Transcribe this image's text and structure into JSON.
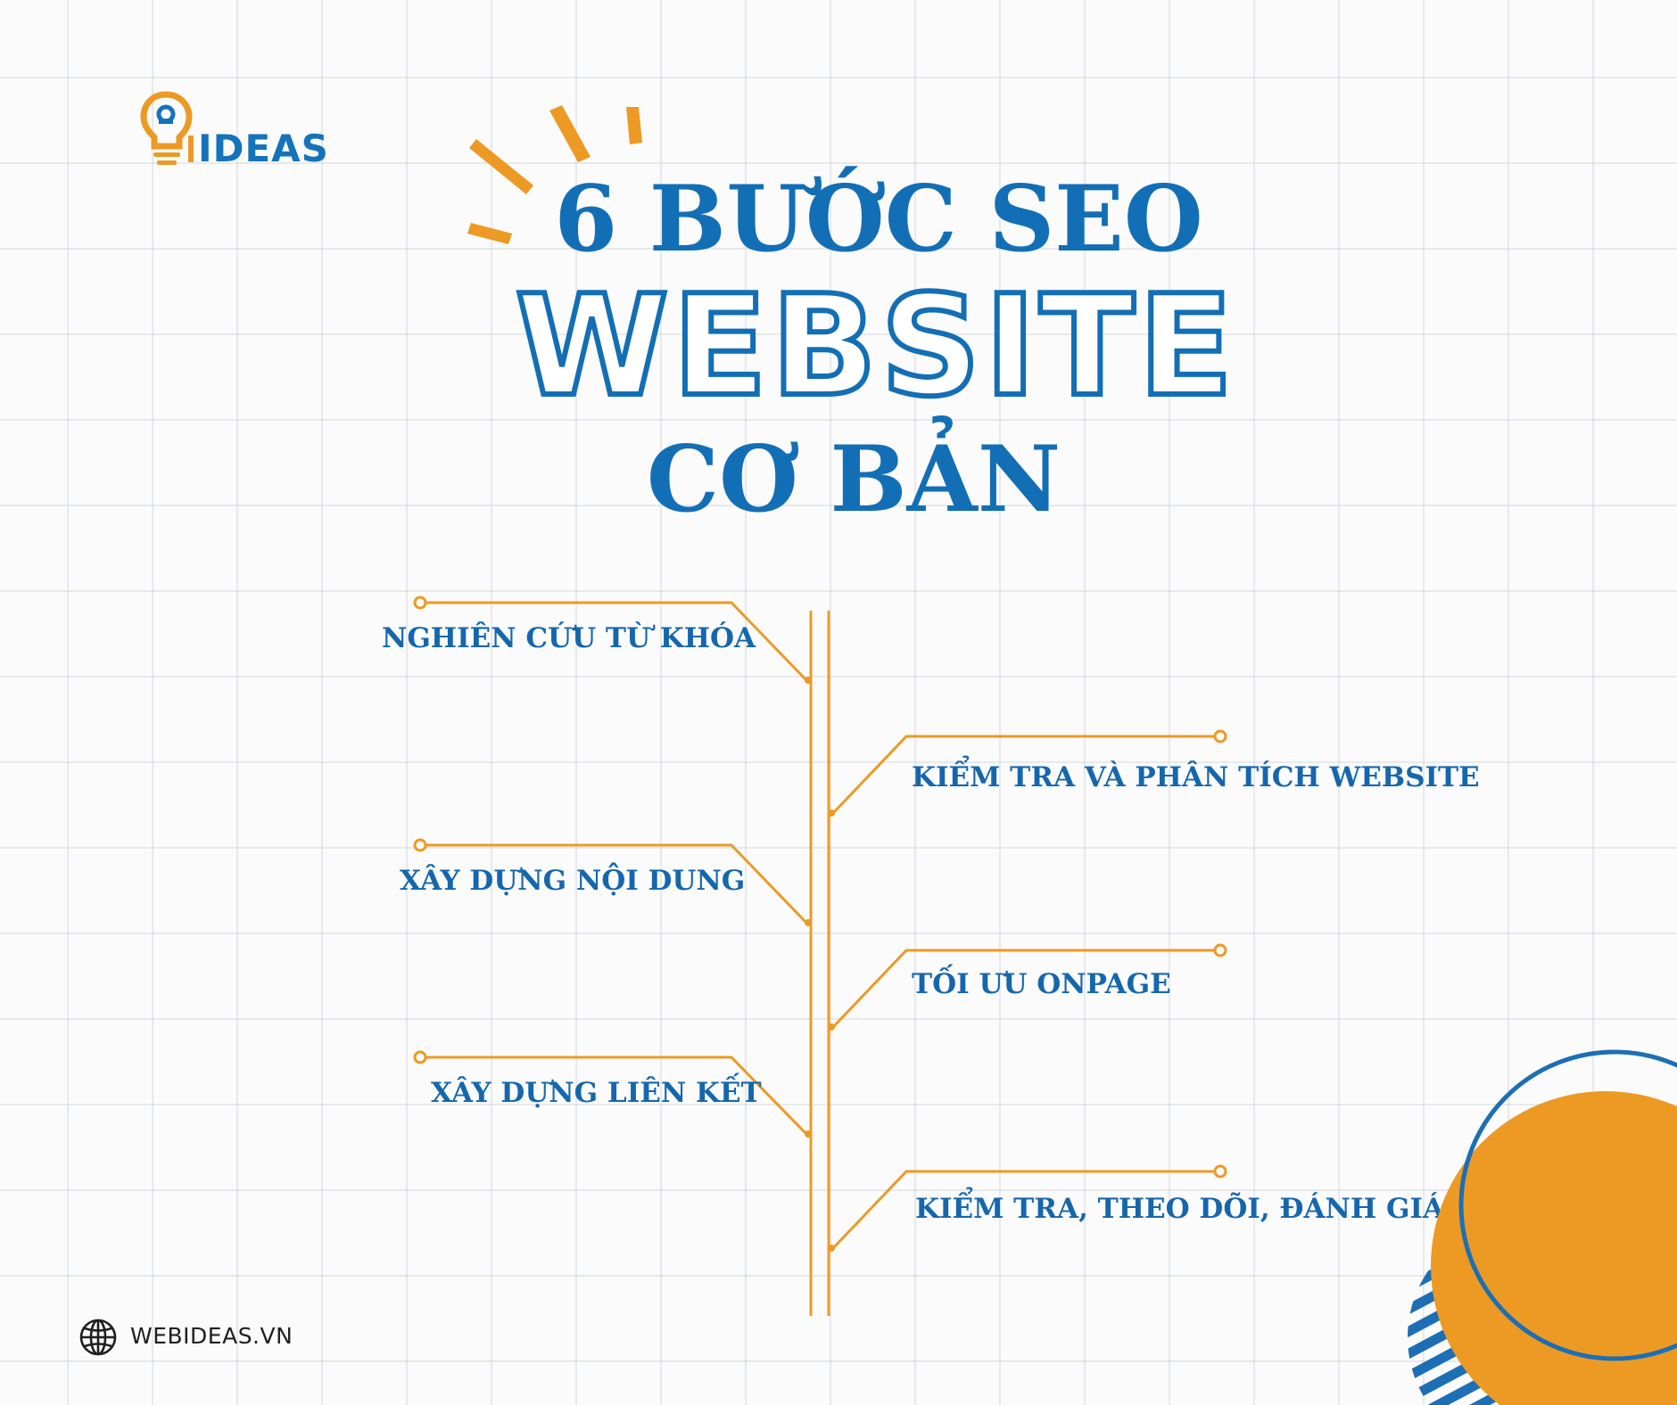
{
  "brand": {
    "logo_text": "IDEAS",
    "logo_icon": "lightbulb-icon",
    "website": "WEBIDEAS.VN",
    "globe_icon": "globe-icon"
  },
  "title": {
    "line1": "6 BƯỚC SEO",
    "line2": "WEBSITE",
    "line3": "CƠ BẢN"
  },
  "steps": [
    "NGHIÊN CỨU TỪ KHÓA",
    "KIỂM TRA VÀ PHÂN TÍCH WEBSITE",
    "XÂY DỰNG NỘI DUNG",
    "TỐI ƯU ONPAGE",
    "XÂY DỰNG LIÊN KẾT",
    "KIỂM TRA, THEO DÕI, ĐÁNH GIÁ"
  ],
  "colors": {
    "blue": "#136fb5",
    "orange": "#ec9a24"
  }
}
